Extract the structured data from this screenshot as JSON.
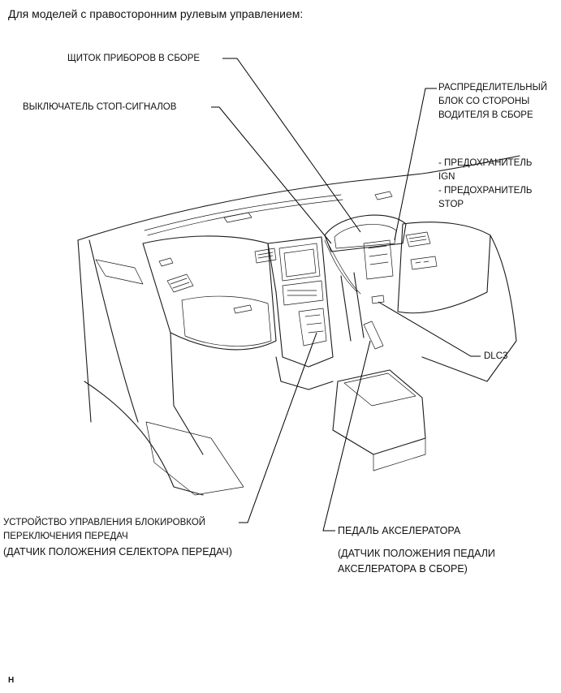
{
  "heading": "Для моделей с правосторонним рулевым управлением:",
  "labels": {
    "instrument_cluster": "ЩИТОК ПРИБОРОВ В СБОРЕ",
    "stop_light_switch": "ВЫКЛЮЧАТЕЛЬ СТОП-СИГНАЛОВ",
    "junction_block": "РАСПРЕДЕЛИТЕЛЬНЫЙ\nБЛОК СО СТОРОНЫ\nВОДИТЕЛЯ В СБОРЕ",
    "fuses": "- ПРЕДОХРАНИТЕЛЬ\nIGN\n- ПРЕДОХРАНИТЕЛЬ\nSTOP",
    "dlc3": "DLC3",
    "shift_lock": "УСТРОЙСТВО УПРАВЛЕНИЯ БЛОКИРОВКОЙ\nПЕРЕКЛЮЧЕНИЯ ПЕРЕДАЧ",
    "shift_sensor": "(ДАТЧИК ПОЛОЖЕНИЯ СЕЛЕКТОРА ПЕРЕДАЧ)",
    "accel_pedal": "ПЕДАЛЬ АКСЕЛЕРАТОРА",
    "accel_sensor": "(ДАТЧИК ПОЛОЖЕНИЯ ПЕДАЛИ\nАКСЕЛЕРАТОРА В СБОРЕ)"
  },
  "figure_code": "H"
}
